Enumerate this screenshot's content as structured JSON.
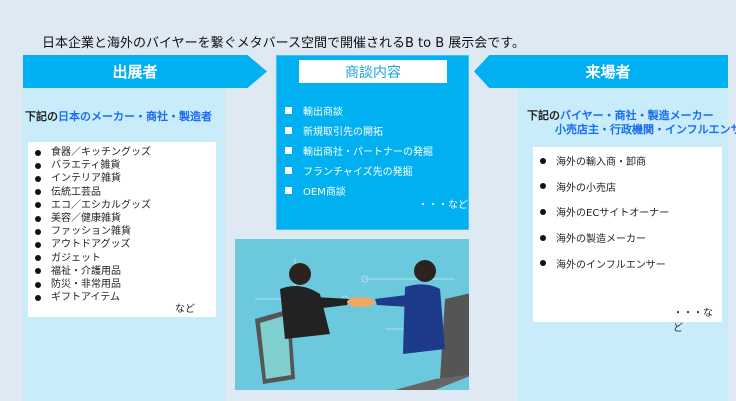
{
  "title": "日本企業と海外のバイヤーを繋ぐメタバース空間で開催されるB to B 展示会です。",
  "exhibitors": {
    "header": "出展者",
    "intro_prefix": "下記の",
    "intro_highlight": "日本のメーカー・商社・製造者",
    "items": [
      "食器／キッチングッズ",
      "バラエティ雑貨",
      "インテリア雑貨",
      "伝統工芸品",
      "エコ／エシカルグッズ",
      "美容／健康雑貨",
      "ファッション雑貨",
      "アウトドアグッズ",
      "ガジェット",
      "福祉・介護用品",
      "防災・非常用品",
      "ギフトアイテム"
    ],
    "etc": "など"
  },
  "business": {
    "header": "商談内容",
    "items": [
      "輸出商談",
      "新規取引先の開拓",
      "輸出商社・パートナーの発掘",
      "フランチャイズ先の発掘",
      "OEM商談"
    ],
    "etc": "・・・など"
  },
  "visitors": {
    "header": "来場者",
    "intro_prefix": "下記の",
    "intro_highlight_1": "バイヤー・商社・製造メーカー",
    "intro_highlight_2": "小売店主・行政機関・インフルエンサー",
    "items": [
      "海外の輸入商・卸商",
      "海外の小売店",
      "海外のECサイトオーナー",
      "海外の製造メーカー",
      "海外のインフルエンサー"
    ],
    "etc": "・・・など"
  }
}
